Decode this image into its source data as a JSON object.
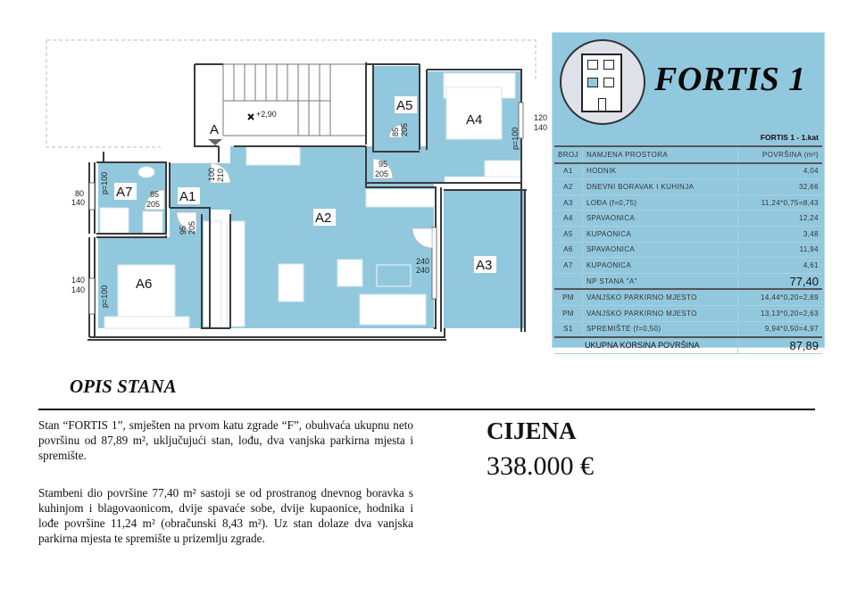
{
  "brand": {
    "title": "FORTIS 1",
    "icon": "building-icon"
  },
  "floor_plan": {
    "rooms": [
      {
        "id": "A1",
        "label": "A1"
      },
      {
        "id": "A2",
        "label": "A2"
      },
      {
        "id": "A3",
        "label": "A3"
      },
      {
        "id": "A4",
        "label": "A4"
      },
      {
        "id": "A5",
        "label": "A5"
      },
      {
        "id": "A6",
        "label": "A6"
      },
      {
        "id": "A7",
        "label": "A7"
      }
    ],
    "section_marker": "A",
    "level_mark": "+2,90",
    "dimensions": {
      "a7_window": [
        "80",
        "140"
      ],
      "a6_window": [
        "140",
        "140"
      ],
      "a4_window": [
        "120",
        "140"
      ],
      "a7_door": [
        "85",
        "205"
      ],
      "a5_door": [
        "85",
        "205"
      ],
      "a1_door": [
        "100",
        "210"
      ],
      "a6_door": [
        "95",
        "205"
      ],
      "a4_door": [
        "95",
        "205"
      ],
      "a2_loggia_door": [
        "240",
        "240"
      ],
      "parapet_a7": "p=100",
      "parapet_a6": "p=100",
      "parapet_a4": "p=100"
    }
  },
  "area_table": {
    "caption": "FORTIS 1 - 1.kat",
    "headers": [
      "BROJ",
      "NAMJENA PROSTORA",
      "POVRŠINA (m²)"
    ],
    "rows": [
      {
        "no": "A1",
        "name": "HODNIK",
        "area": "4,04"
      },
      {
        "no": "A2",
        "name": "DNEVNI BORAVAK I KUHINJA",
        "area": "32,66"
      },
      {
        "no": "A3",
        "name": "LOĐA (f=0,75)",
        "area": "11,24*0,75=8,43"
      },
      {
        "no": "A4",
        "name": "SPAVAONICA",
        "area": "12,24"
      },
      {
        "no": "A5",
        "name": "KUPAONICA",
        "area": "3,48"
      },
      {
        "no": "A6",
        "name": "SPAVAONICA",
        "area": "11,94"
      },
      {
        "no": "A7",
        "name": "KUPAONICA",
        "area": "4,61"
      }
    ],
    "subtotal": {
      "label": "NP STANA \"A\"",
      "value": "77,40"
    },
    "extras": [
      {
        "no": "PM",
        "name": "VANJSKO PARKIRNO MJESTO",
        "area": "14,44*0,20=2,89"
      },
      {
        "no": "PM",
        "name": "VANJSKO PARKIRNO MJESTO",
        "area": "13,13*0,20=2,63"
      },
      {
        "no": "S1",
        "name": "SPREMIŠTE (f=0,50)",
        "area": "9,94*0,50=4,97"
      }
    ],
    "total": {
      "label": "UKUPNA KORSINA POVRŠINA",
      "value": "87,89"
    }
  },
  "description": {
    "title": "OPIS STANA",
    "paragraphs": [
      "Stan “FORTIS 1”, smješten na prvom katu zgrade “F”, obuhvaća ukupnu neto površinu od 87,89 m², uključujući stan, lođu, dva vanjska parkirna mjesta i spremište.",
      "Stambeni dio površine 77,40 m² sastoji se od prostranog dnevnog boravka s kuhinjom i blagovaonicom, dvije spavaće sobe, dvije kupaonice, hodnika i lođe površine 11,24 m² (obračunski 8,43 m²). Uz stan dolaze dva vanjska parkirna mjesta te spremište u prizemlju zgrade."
    ]
  },
  "price": {
    "label": "CIJENA",
    "value": "338.000 €"
  },
  "colors": {
    "room_fill": "#92c8de",
    "panel_bg": "#92c8de",
    "wall": "#3a3a3a"
  }
}
